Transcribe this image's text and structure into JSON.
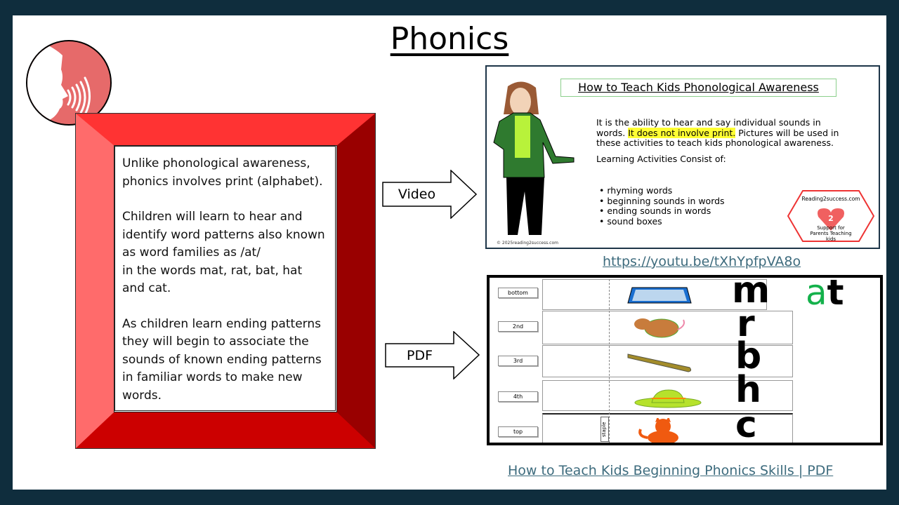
{
  "title": "Phonics",
  "body_paragraphs": [
    "Unlike phonological awareness, phonics involves print (alphabet).",
    "Children will learn to hear and identify  word patterns also known as word families as /at/\n in the words mat, rat, bat, hat and cat.",
    "As children  learn ending patterns they will begin to associate the sounds of known ending patterns in familiar words to make new words."
  ],
  "video_arrow_label": "Video",
  "pdf_arrow_label": "PDF",
  "video": {
    "title": "How to  Teach Kids Phonological Awareness",
    "text_before": "It is  the  ability to hear and say individual sounds in words. ",
    "highlight": "It does not involve print.",
    "text_after": " Pictures will be used in these activities to teach kids phonological awareness.",
    "activities_heading": "Learning Activities Consist of:",
    "activities": [
      "rhyming words",
      "beginning  sounds in words",
      "ending  sounds in  words",
      "sound boxes"
    ],
    "logo_top": "Reading2success.com",
    "logo_number": "2",
    "logo_bottom": "Support for Parents Teaching kids",
    "copyright": "© 2025reading2success.com"
  },
  "video_link": "https://youtu.be/tXhYpfpVA8o",
  "pdf": {
    "labels": [
      "bottom",
      "2nd",
      "3rd",
      "4th",
      "top"
    ],
    "letters": [
      "m",
      "r",
      "b",
      "h",
      "c"
    ],
    "word_family_a": "a",
    "word_family_t": "t",
    "staple": "staple"
  },
  "pdf_link": "How to Teach Kids Beginning Phonics Skills | PDF",
  "colors": {
    "border": "#0f2d3d",
    "frame_top": "#ff3333",
    "frame_right": "#990000",
    "link": "#3d6b7d"
  }
}
